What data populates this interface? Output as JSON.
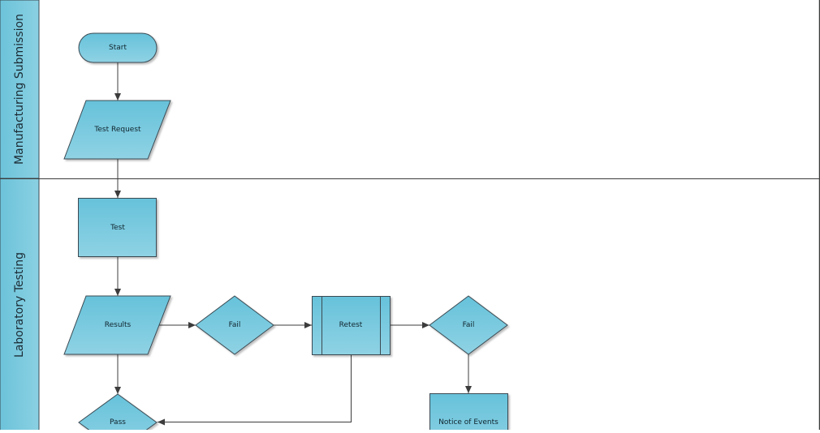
{
  "diagram": {
    "colors": {
      "fill_top": "#66c2da",
      "fill_bottom": "#8fd2e4",
      "stroke": "#3b4a52",
      "lane_header": "#78c9de",
      "line": "#3c3c3c"
    },
    "lanes": [
      {
        "label": "Manufacturing Submission"
      },
      {
        "label": "Laboratory Testing"
      }
    ],
    "nodes": {
      "start": {
        "label": "Start",
        "shape": "terminator"
      },
      "test_request": {
        "label": "Test Request",
        "shape": "parallelogram"
      },
      "test": {
        "label": "Test",
        "shape": "process"
      },
      "results": {
        "label": "Results",
        "shape": "parallelogram"
      },
      "fail1": {
        "label": "Fail",
        "shape": "decision"
      },
      "retest": {
        "label": "Retest",
        "shape": "predefined-process"
      },
      "fail2": {
        "label": "Fail",
        "shape": "decision"
      },
      "pass": {
        "label": "Pass",
        "shape": "decision"
      },
      "notice": {
        "label": "Notice of Events",
        "shape": "process"
      }
    },
    "edges": [
      {
        "from": "Start",
        "to": "Test Request"
      },
      {
        "from": "Test Request",
        "to": "Test"
      },
      {
        "from": "Test",
        "to": "Results"
      },
      {
        "from": "Results",
        "to": "Fail"
      },
      {
        "from": "Fail",
        "to": "Retest"
      },
      {
        "from": "Retest",
        "to": "Fail"
      },
      {
        "from": "Fail",
        "to": "Notice of Events"
      },
      {
        "from": "Results",
        "to": "Pass"
      },
      {
        "from": "Retest",
        "to": "Pass"
      }
    ]
  }
}
